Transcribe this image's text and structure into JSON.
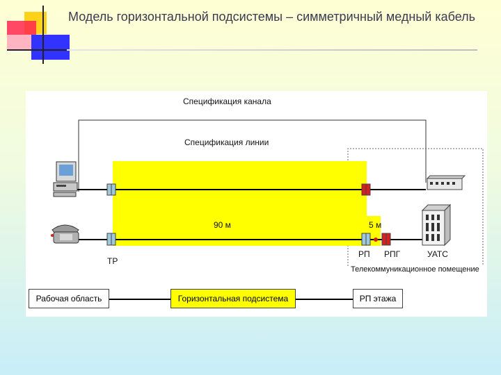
{
  "slide": {
    "title": "Модель горизонтальной подсистемы – симметричный медный кабель"
  },
  "diagram": {
    "channel_spec": "Спецификация канала",
    "link_spec": "Спецификация линии",
    "length_90": "90 м",
    "length_5": "5 м",
    "tp": "ТР",
    "rp": "РП",
    "rpg": "РПГ",
    "uats": "УАТС",
    "telecom_room": "Телекоммуникационное помещение",
    "work_area": "Рабочая область",
    "horizontal_subsystem": "Горизонтальная подсистема",
    "floor_rp": "РП этажа",
    "colors": {
      "yellow_zone": "#ffff00",
      "cable": "#000000",
      "outlet": "#9ec8dc",
      "patch_panel": "#d42020"
    }
  }
}
